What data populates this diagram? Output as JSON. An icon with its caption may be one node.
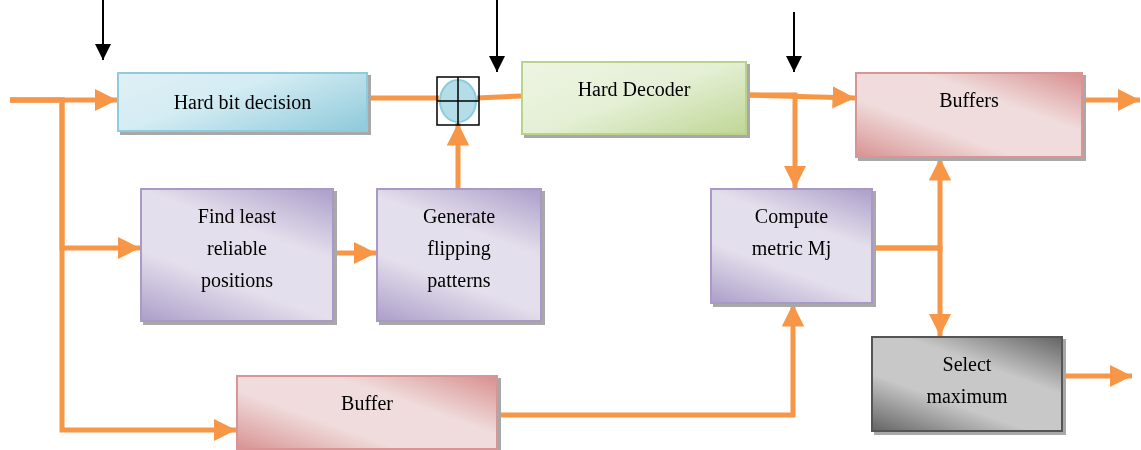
{
  "diagram": {
    "nodes": [
      {
        "text": [
          "Hard bit decision"
        ]
      },
      {
        "text": [],
        "shape": "circle"
      },
      {
        "text": [
          "Hard Decoder"
        ]
      },
      {
        "text": [
          "Buffers"
        ]
      },
      {
        "text": [
          "Find least reliable positions"
        ]
      },
      {
        "text": [
          "Generate flipping patterns"
        ]
      },
      {
        "text": [
          "Compute metric Mj"
        ]
      },
      {
        "text": [
          "Select maximum"
        ]
      },
      {
        "text": [
          "Buffer"
        ]
      }
    ],
    "edges": [
      {
        "from": null,
        "to": 0,
        "arrow": "to"
      },
      {
        "from": null,
        "to": 4,
        "arrow": "to"
      },
      {
        "from": null,
        "to": 8,
        "arrow": "to"
      },
      {
        "from": 0,
        "to": 1,
        "arrow": "none"
      },
      {
        "from": 5,
        "to": 1,
        "arrow": "to"
      },
      {
        "from": 1,
        "to": 2,
        "arrow": "none"
      },
      {
        "from": 4,
        "to": 5,
        "arrow": "to"
      },
      {
        "from": 2,
        "to": 3,
        "arrow": "to"
      },
      {
        "from": 2,
        "to": 6,
        "arrow": "to"
      },
      {
        "from": 8,
        "to": 6,
        "arrow": "to"
      },
      {
        "from": 6,
        "to": 3,
        "arrow": "to"
      },
      {
        "from": 6,
        "to": 7,
        "arrow": "to"
      },
      {
        "from": 3,
        "to": null,
        "arrow": "to"
      },
      {
        "from": 7,
        "to": null,
        "arrow": "to"
      }
    ]
  }
}
